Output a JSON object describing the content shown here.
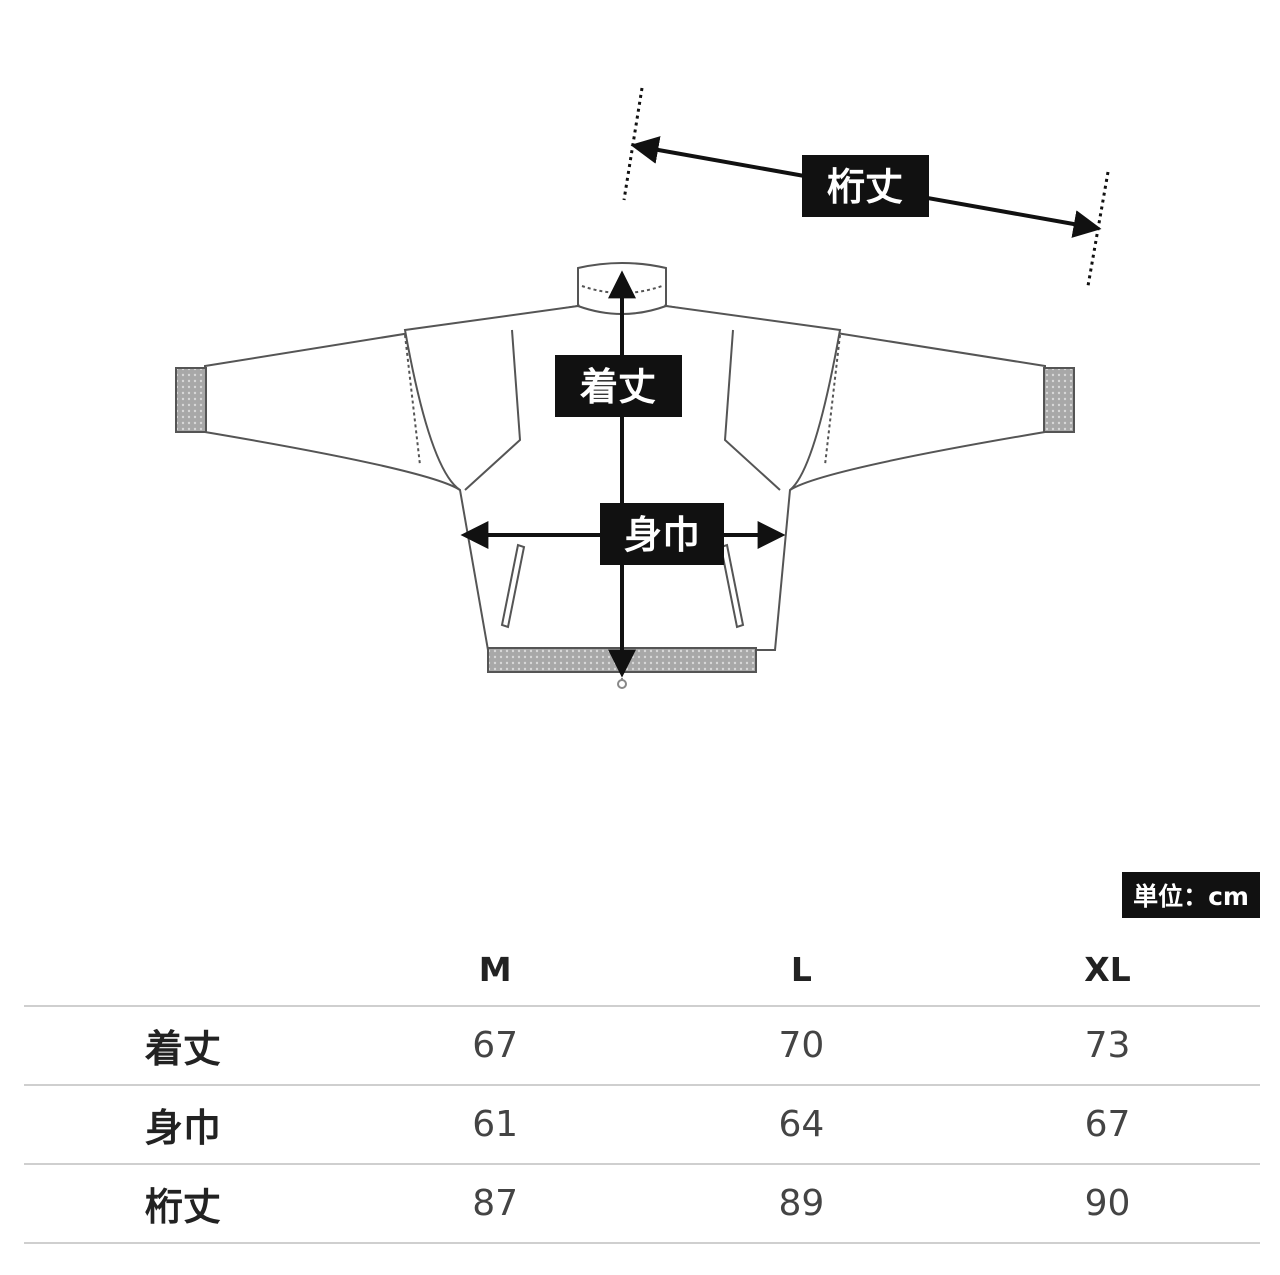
{
  "diagram": {
    "labels": {
      "sleeve_length": "桁丈",
      "body_length": "着丈",
      "body_width": "身巾"
    },
    "colors": {
      "outline": "#555555",
      "arrow": "#111111",
      "label_bg": "#111111",
      "rib": "#8a8a8a"
    }
  },
  "unit_label": "単位：cm",
  "table": {
    "columns": [
      "",
      "M",
      "L",
      "XL"
    ],
    "rows": [
      {
        "label": "着丈",
        "values": [
          "67",
          "70",
          "73"
        ]
      },
      {
        "label": "身巾",
        "values": [
          "61",
          "64",
          "67"
        ]
      },
      {
        "label": "桁丈",
        "values": [
          "87",
          "89",
          "90"
        ]
      }
    ]
  }
}
